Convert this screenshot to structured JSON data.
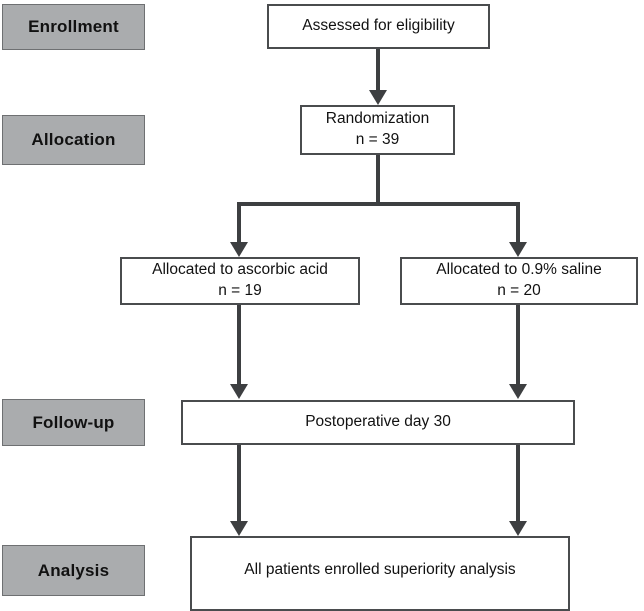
{
  "figure": {
    "type": "consort-flow-diagram",
    "colors": {
      "stage_label_fill": "#aaacae",
      "stage_label_border": "#6e7072",
      "node_border": "#4a4c4e",
      "connector": "#3d3f41",
      "node_fill": "#ffffff",
      "text": "#111111"
    }
  },
  "stages": [
    {
      "id": "enrollment",
      "label": "Enrollment"
    },
    {
      "id": "allocation",
      "label": "Allocation"
    },
    {
      "id": "followup",
      "label": "Follow-up"
    },
    {
      "id": "analysis",
      "label": "Analysis"
    }
  ],
  "nodes": {
    "assessed": {
      "line1": "Assessed for eligibility",
      "line2": ""
    },
    "randomization": {
      "line1": "Randomization",
      "line2": "n = 39"
    },
    "alloc_left": {
      "line1": "Allocated to ascorbic acid",
      "line2": "n = 19"
    },
    "alloc_right": {
      "line1": "Allocated to 0.9% saline",
      "line2": "n = 20"
    },
    "followup": {
      "line1": "Postoperative day 30",
      "line2": ""
    },
    "analysis": {
      "line1": "All patients enrolled superiority analysis",
      "line2": ""
    }
  }
}
